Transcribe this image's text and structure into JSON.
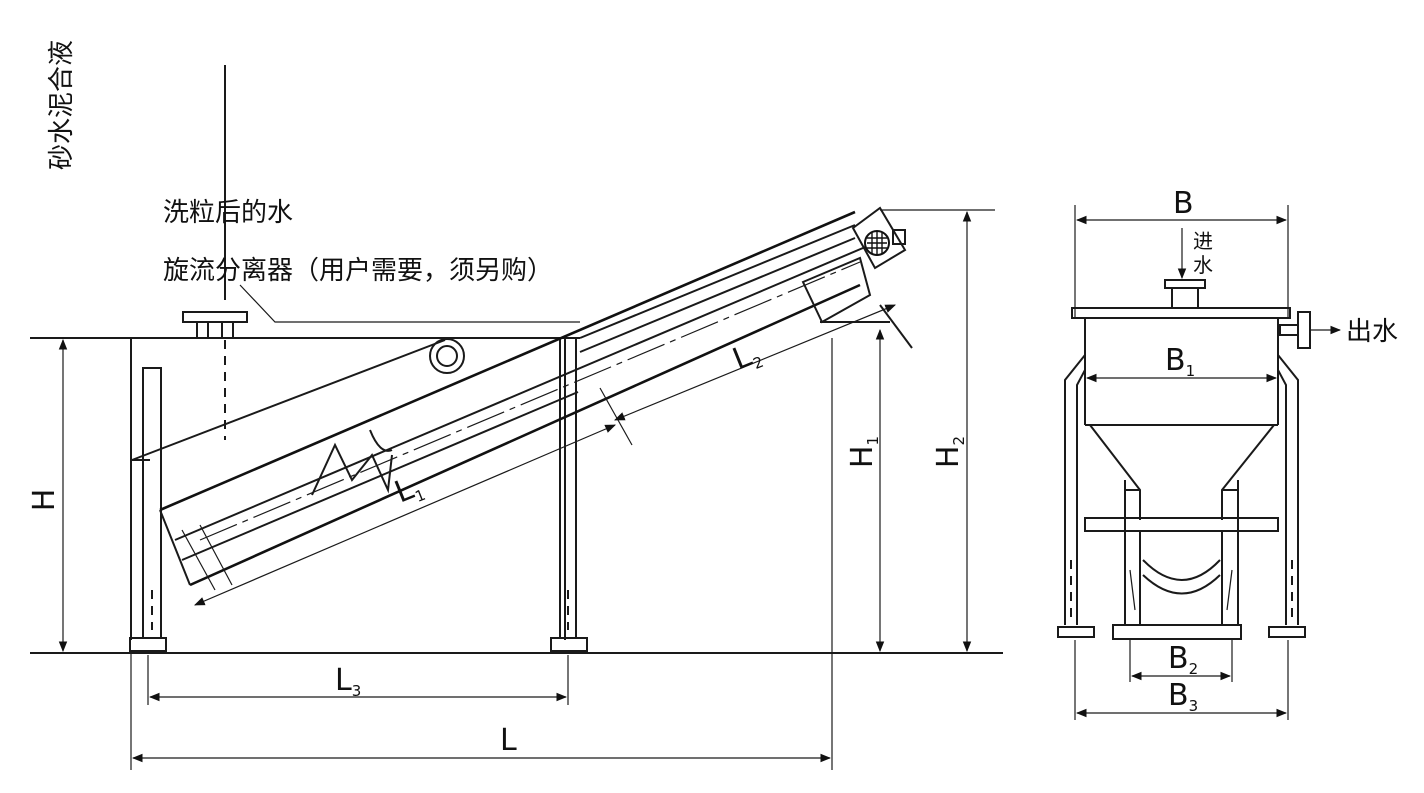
{
  "labels": {
    "inlet_mixture": "砂水泥合液",
    "washed_water": "洗粒后的水",
    "cyclone": "旋流分离器（用户需要，须另购）",
    "inlet_water_1": "进",
    "inlet_water_2": "水",
    "outlet_water": "出水"
  },
  "dimensions": {
    "H": "H",
    "H1": "H",
    "H1_sub": "1",
    "H2": "H",
    "H2_sub": "2",
    "L": "L",
    "L1": "L",
    "L1_sub": "1",
    "L2": "L",
    "L2_sub": "2",
    "L3": "L",
    "L3_sub": "3",
    "B": "B",
    "B1": "B",
    "B1_sub": "1",
    "B2": "B",
    "B2_sub": "2",
    "B3": "B",
    "B3_sub": "3"
  }
}
